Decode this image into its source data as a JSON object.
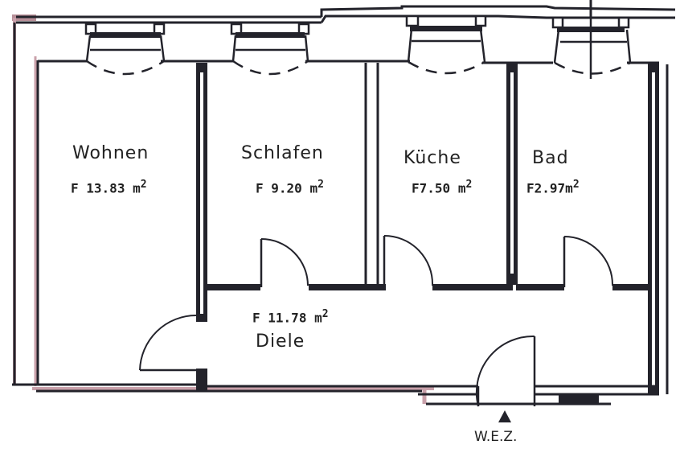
{
  "plan": {
    "type": "apartment floor plan",
    "rooms": [
      {
        "id": "wohnen",
        "name": "Wohnen",
        "area_prefix": "F",
        "area": "13.83",
        "unit": "m",
        "unit_exp": "2"
      },
      {
        "id": "schlafen",
        "name": "Schlafen",
        "area_prefix": "F",
        "area": "9.20",
        "unit": "m",
        "unit_exp": "2"
      },
      {
        "id": "kueche",
        "name": "Küche",
        "area_prefix": "F",
        "area": "7.50",
        "unit": "m",
        "unit_exp": "2"
      },
      {
        "id": "bad",
        "name": "Bad",
        "area_prefix": "F",
        "area": "2.97",
        "unit": "m",
        "unit_exp": "2"
      },
      {
        "id": "diele",
        "name": "Diele",
        "area_prefix": "F",
        "area": "11.78",
        "unit": "m",
        "unit_exp": "2"
      }
    ],
    "entrance": {
      "label": "W.E.Z."
    },
    "colors": {
      "ink": "#23232b",
      "pink_margin": "#c9a0aa",
      "background": "#ffffff"
    }
  }
}
